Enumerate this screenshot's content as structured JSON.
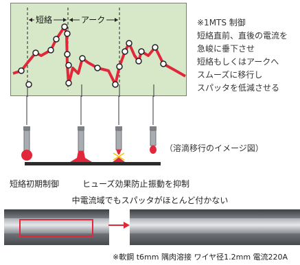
{
  "panel": {
    "label_short": "短絡",
    "label_arc": "アーク"
  },
  "note": {
    "heading": "※1MTS 制御",
    "lines": [
      "短絡直前、直後の電流を",
      "急峻に垂下させ",
      "短絡もしくはアークへ",
      "スムーズに移行し",
      "スパッタを低減させる"
    ]
  },
  "transfer_caption": "（溶滴移行のイメージ図）",
  "electrodes": [
    {
      "label": "短絡初期制御"
    },
    {
      "label": "ヒューズ効果防止"
    },
    {
      "label": "振動を抑制"
    }
  ],
  "medium_caption": "中電流域でもスパッタがほとんど付かない",
  "footnote": "※軟鋼 t6mm 隅肉溶接 ワイヤ径1.2mm 電流220A",
  "colors": {
    "waveform": "#e0283a",
    "panel_bg": "#d6e8c8",
    "droplet": "#e0283a"
  }
}
